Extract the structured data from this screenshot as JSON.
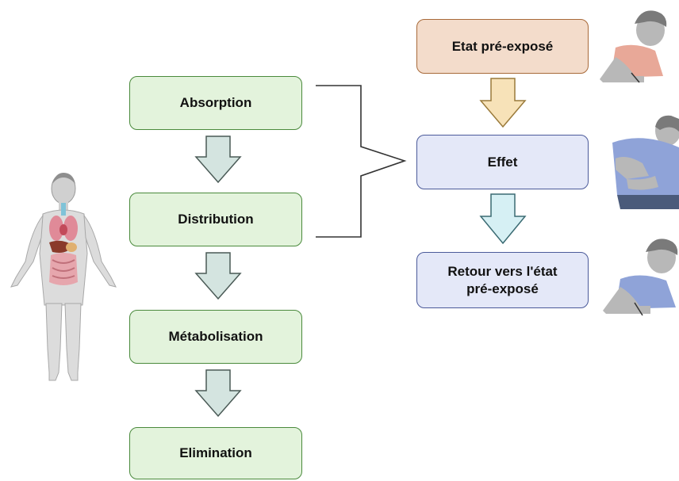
{
  "process_steps": [
    {
      "label": "Absorption"
    },
    {
      "label": "Distribution"
    },
    {
      "label": "Métabolisation"
    },
    {
      "label": "Elimination"
    }
  ],
  "states": {
    "pre_exposed": "Etat pré-exposé",
    "effect": "Effet",
    "return_line1": "Retour vers l'état",
    "return_line2": "pré-exposé"
  },
  "colors": {
    "process_fill": "#e3f3dc",
    "process_border": "#4a8a3c",
    "process_arrow": "#d4e4e0",
    "pre_exposed_fill": "#f3dccb",
    "pre_exposed_arrow": "#f7e2b8",
    "effect_fill": "#e4e8f8",
    "return_arrow": "#d6f0f4"
  },
  "icons": [
    "human-body-organs-icon",
    "person-writing-icon",
    "person-stomach-ache-icon",
    "person-writing-icon"
  ]
}
